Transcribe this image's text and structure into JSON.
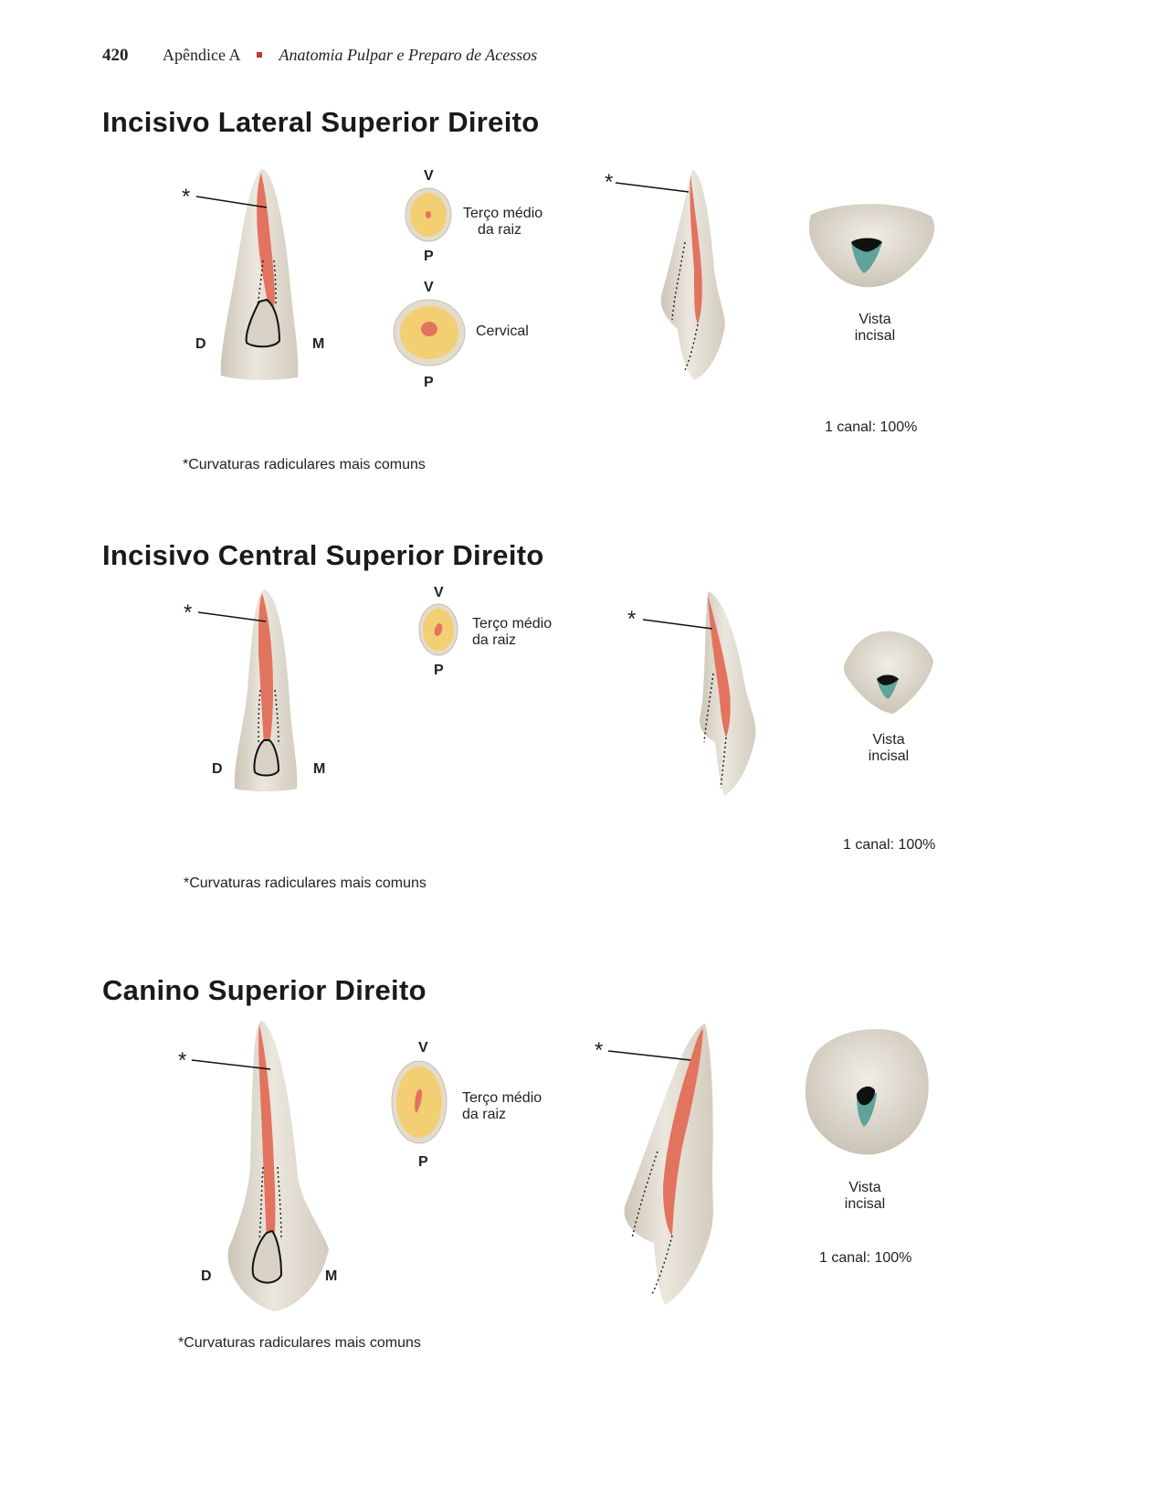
{
  "header": {
    "page_number": "420",
    "appendix": "Apêndice A",
    "chapter_title": "Anatomia Pulpar e Preparo de Acessos"
  },
  "sections": [
    {
      "title": "Incisivo Lateral Superior Direito",
      "asterisk": "*",
      "dir_distal": "D",
      "dir_mesial": "M",
      "cross_sections": [
        {
          "top": "V",
          "bottom": "P",
          "label_line1": "Terço médio",
          "label_line2": "da raiz"
        },
        {
          "top": "V",
          "bottom": "P",
          "label_line1": "Cervical",
          "label_line2": ""
        }
      ],
      "incisal_line1": "Vista",
      "incisal_line2": "incisal",
      "canal": "1 canal: 100%",
      "footnote": "*Curvaturas radiculares mais comuns"
    },
    {
      "title": "Incisivo Central Superior Direito",
      "asterisk": "*",
      "dir_distal": "D",
      "dir_mesial": "M",
      "cross_sections": [
        {
          "top": "V",
          "bottom": "P",
          "label_line1": "Terço médio",
          "label_line2": "da raiz"
        }
      ],
      "incisal_line1": "Vista",
      "incisal_line2": "incisal",
      "canal": "1 canal: 100%",
      "footnote": "*Curvaturas radiculares mais comuns"
    },
    {
      "title": "Canino Superior Direito",
      "asterisk": "*",
      "dir_distal": "D",
      "dir_mesial": "M",
      "cross_sections": [
        {
          "top": "V",
          "bottom": "P",
          "label_line1": "Terço médio",
          "label_line2": "da raiz"
        }
      ],
      "incisal_line1": "Vista",
      "incisal_line2": "incisal",
      "canal": "1 canal: 100%",
      "footnote": "*Curvaturas radiculares mais comuns"
    }
  ],
  "colors": {
    "tooth": "#e6e1d6",
    "tooth_shade": "#cfc8b9",
    "pulp": "#e2735f",
    "dentin": "#f2cf72",
    "canal_entry": "#5fa39a",
    "accent": "#c0392b"
  }
}
